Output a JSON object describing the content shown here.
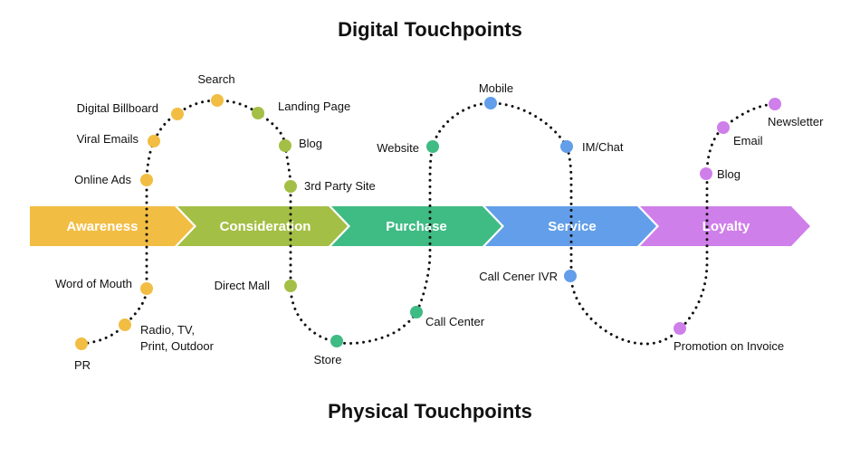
{
  "title_top": "Digital Touchpoints",
  "title_bottom": "Physical Touchpoints",
  "colors": {
    "awareness": "#f2bd43",
    "consideration": "#a4bf45",
    "purchase": "#3fbb84",
    "service": "#629ee9",
    "loyalty": "#cf7fe9"
  },
  "stages": [
    {
      "label": "Awareness",
      "color_key": "awareness"
    },
    {
      "label": "Consideration",
      "color_key": "consideration"
    },
    {
      "label": "Purchase",
      "color_key": "purchase"
    },
    {
      "label": "Service",
      "color_key": "service"
    },
    {
      "label": "Loyalty",
      "color_key": "loyalty"
    }
  ],
  "touchpoints": {
    "pr": {
      "label": "PR",
      "color_key": "awareness"
    },
    "radio_tv": {
      "label_lines": [
        "Radio, TV,",
        "Print, Outdoor"
      ],
      "color_key": "awareness"
    },
    "word_of_mouth": {
      "label": "Word of Mouth",
      "color_key": "awareness"
    },
    "online_ads": {
      "label": "Online Ads",
      "color_key": "awareness"
    },
    "viral_emails": {
      "label": "Viral Emails",
      "color_key": "awareness"
    },
    "digital_billboard": {
      "label": "Digital Billboard",
      "color_key": "awareness"
    },
    "search": {
      "label": "Search",
      "color_key": "awareness"
    },
    "landing_page": {
      "label": "Landing Page",
      "color_key": "consideration"
    },
    "blog_consideration": {
      "label": "Blog",
      "color_key": "consideration"
    },
    "third_party_site": {
      "label": "3rd Party Site",
      "color_key": "consideration"
    },
    "direct_mall": {
      "label": "Direct Mall",
      "color_key": "consideration"
    },
    "store": {
      "label": "Store",
      "color_key": "purchase"
    },
    "call_center": {
      "label": "Call Center",
      "color_key": "purchase"
    },
    "website": {
      "label": "Website",
      "color_key": "purchase"
    },
    "mobile": {
      "label": "Mobile",
      "color_key": "service"
    },
    "im_chat": {
      "label": "IM/Chat",
      "color_key": "service"
    },
    "call_center_ivr": {
      "label": "Call Cener IVR",
      "color_key": "service"
    },
    "promotion_on_invoice": {
      "label": "Promotion on Invoice",
      "color_key": "loyalty"
    },
    "blog_loyalty": {
      "label": "Blog",
      "color_key": "loyalty"
    },
    "email": {
      "label": "Email",
      "color_key": "loyalty"
    },
    "newsletter": {
      "label": "Newsletter",
      "color_key": "loyalty"
    }
  }
}
